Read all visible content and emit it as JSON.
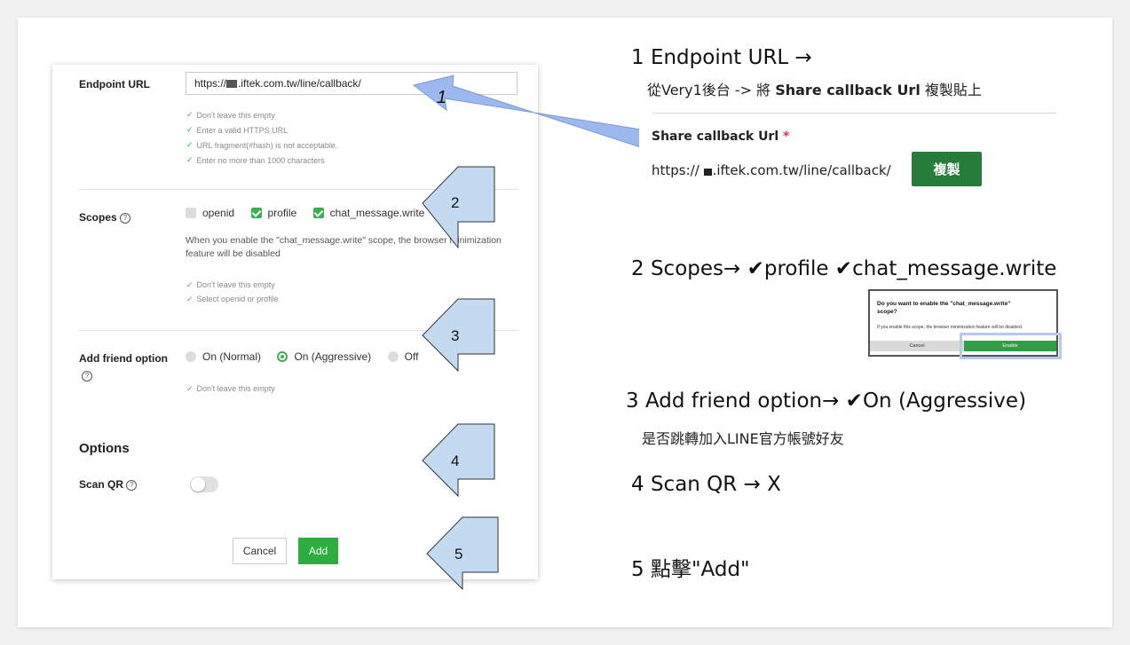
{
  "form": {
    "endpoint": {
      "label": "Endpoint URL",
      "value_prefix": "https://",
      "value_suffix": ".iftek.com.tw/line/callback/",
      "checks": [
        "Don't leave this empty",
        "Enter a valid HTTPS URL",
        "URL fragment(#hash) is not acceptable.",
        "Enter no more than 1000 characters"
      ]
    },
    "scopes": {
      "label": "Scopes",
      "help_icon": "question-circle-icon",
      "options": [
        {
          "label": "openid",
          "checked": false
        },
        {
          "label": "profile",
          "checked": true
        },
        {
          "label": "chat_message.write",
          "checked": true
        }
      ],
      "note_line1": "When you enable the \"chat_message.write\" scope, the browser minimization",
      "note_line2": "feature will be disabled",
      "checks": [
        "Don't leave this empty",
        "Select openid or profile"
      ]
    },
    "friend": {
      "label": "Add friend option",
      "options": [
        {
          "label": "On (Normal)",
          "selected": false
        },
        {
          "label": "On (Aggressive)",
          "selected": true
        },
        {
          "label": "Off",
          "selected": false
        }
      ],
      "checks": [
        "Don't leave this empty"
      ]
    },
    "options_heading": "Options",
    "scan_qr": {
      "label": "Scan QR",
      "enabled": false
    },
    "cancel_label": "Cancel",
    "add_label": "Add"
  },
  "markers": [
    "1",
    "2",
    "3",
    "4",
    "5"
  ],
  "steps": {
    "s1": {
      "title": "1 Endpoint URL →",
      "sub_prefix": "從Very1後台 -> 將 ",
      "sub_bold": "Share callback Url",
      "sub_suffix": " 複製貼上"
    },
    "s2": {
      "title": "2 Scopes→ ✔profile  ✔chat_message.write"
    },
    "s3": {
      "title": "3 Add friend option→ ✔On (Aggressive)",
      "sub": "是否跳轉加入LINE官方帳號好友"
    },
    "s4": {
      "title": "4 Scan QR → X"
    },
    "s5": {
      "title": "5 點擊\"Add\""
    }
  },
  "share_shot": {
    "label": "Share callback Url",
    "required_mark": "*",
    "url_prefix": "https://",
    "url_suffix": ".iftek.com.tw/line/callback/",
    "copy_label": "複製"
  },
  "dialog_shot": {
    "title_line1": "Do you want to enable the \"chat_message.write\"",
    "title_line2": "scope?",
    "body": "If you enable this scope, the browser minimization feature will be disabled.",
    "cancel_label": "Cancel",
    "enable_label": "Enable"
  },
  "colors": {
    "accent_green": "#3aaf50",
    "arrow_blue": "#9db8ec",
    "marker_fill": "#c4daf0"
  }
}
